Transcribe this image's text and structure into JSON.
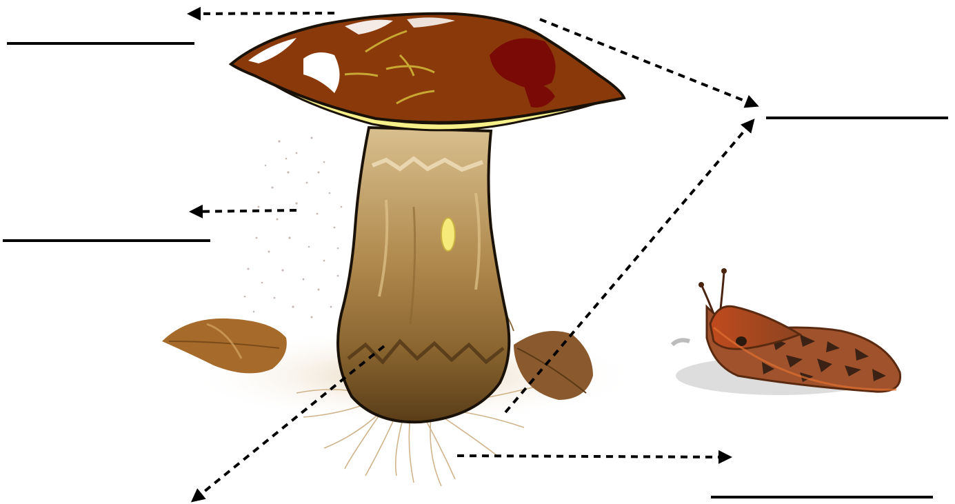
{
  "diagram": {
    "subject": "mushroom-anatomy-worksheet",
    "answer_blanks": [
      {
        "id": "blank-top-left",
        "text": ""
      },
      {
        "id": "blank-middle-left",
        "text": ""
      },
      {
        "id": "blank-right-upper",
        "text": ""
      },
      {
        "id": "blank-bottom-right",
        "text": ""
      }
    ],
    "arrows": [
      {
        "id": "arrow-cap-top",
        "target": "blank-top-left"
      },
      {
        "id": "arrow-spores",
        "target": "blank-middle-left"
      },
      {
        "id": "arrow-cap-right",
        "target": "blank-right-upper"
      },
      {
        "id": "arrow-stem-right",
        "target": "blank-right-upper"
      },
      {
        "id": "arrow-mycelium",
        "target": "blank-bottom-right"
      },
      {
        "id": "arrow-stem-base",
        "target": "bottom-left"
      }
    ],
    "icons": {
      "mushroom": "mushroom-illustration",
      "slug": "slug-illustration",
      "leaf_left": "dead-leaf-icon",
      "leaf_right": "dead-leaf-icon"
    },
    "colors": {
      "cap": "#8a3a0a",
      "cap_dark": "#7a0a06",
      "gills": "#f5f08a",
      "stem": "#b08a4e",
      "stem_dark": "#6b4a22",
      "slug_head": "#b8451c",
      "slug_body": "#a0522d",
      "line": "#000000"
    }
  }
}
